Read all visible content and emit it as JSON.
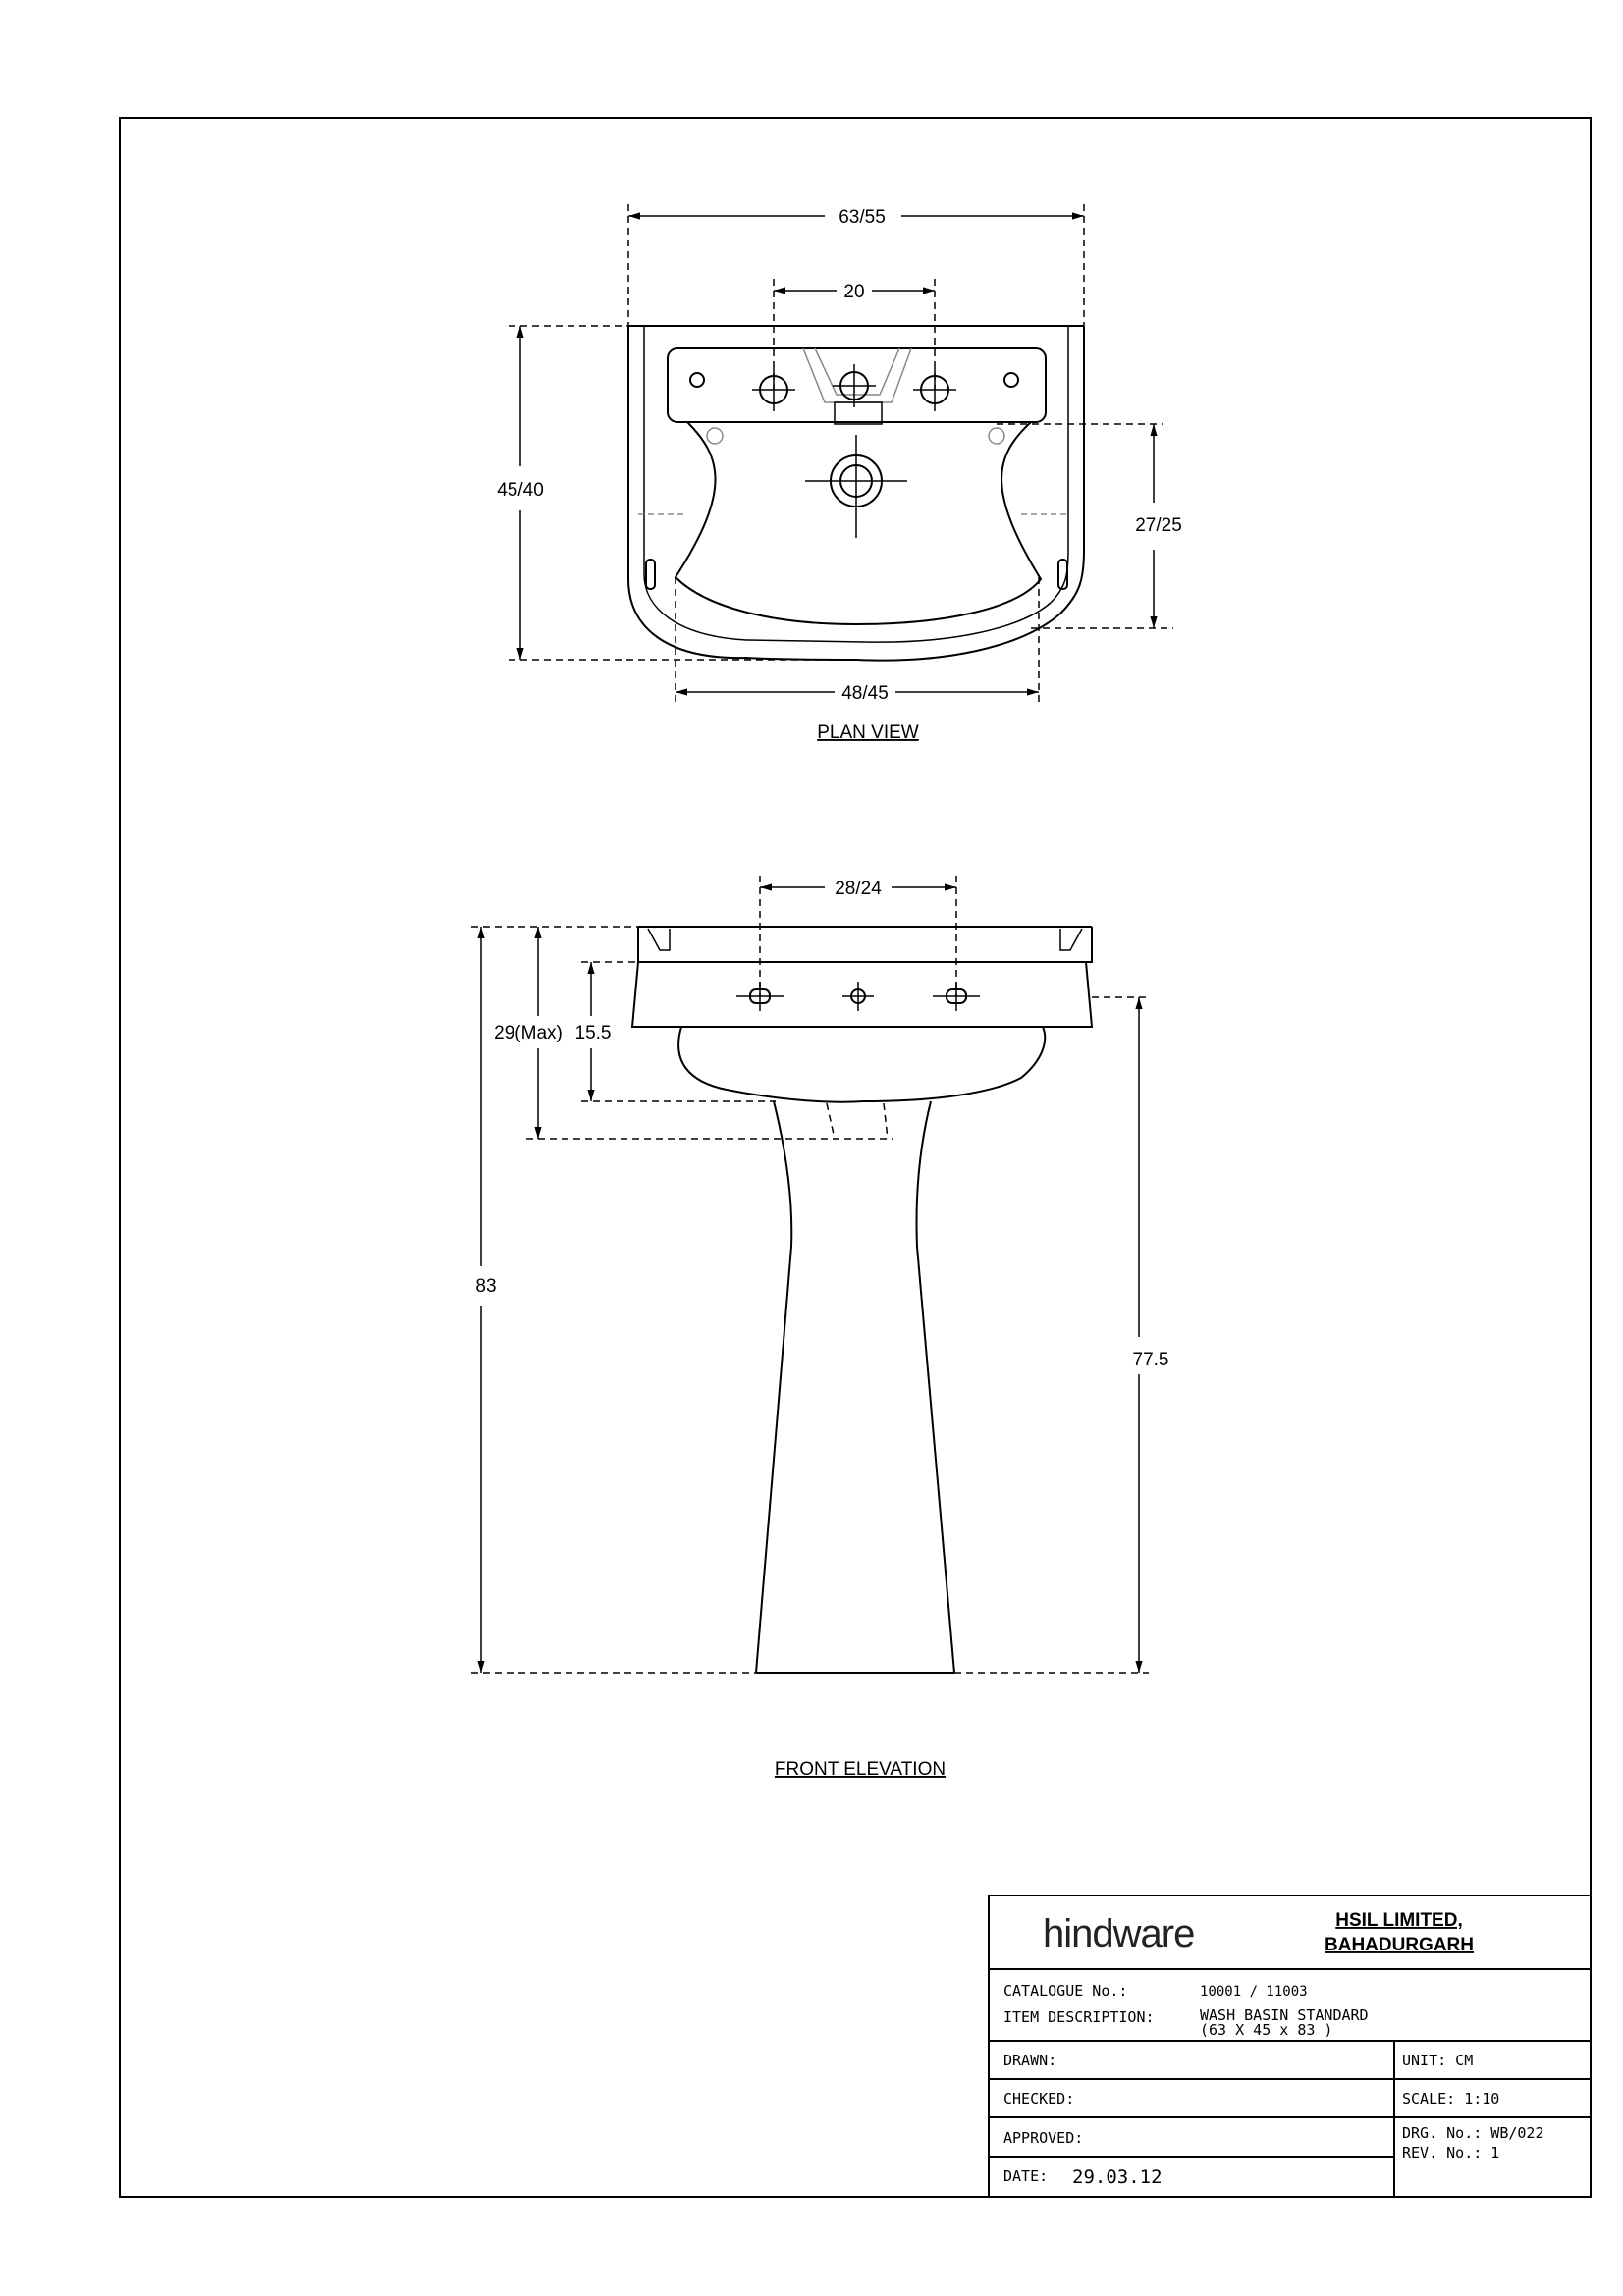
{
  "plan_view": {
    "title": "PLAN VIEW",
    "dim_overall_width": "63/55",
    "dim_tap_spacing": "20",
    "dim_depth": "45/40",
    "dim_bowl_depth": "27/25",
    "dim_bowl_width": "48/45"
  },
  "front_elevation": {
    "title": "FRONT ELEVATION",
    "dim_tap_spacing": "28/24",
    "dim_max_height": "29(Max)",
    "dim_basin_height": "15.5",
    "dim_overall_height": "83",
    "dim_rim_height": "77.5"
  },
  "title_block": {
    "logo": "hindware",
    "company_line1": "HSIL LIMITED,",
    "company_line2": "BAHADURGARH",
    "catalogue_label": "CATALOGUE No.:",
    "catalogue_value": "10001 / 11003",
    "item_label": "ITEM DESCRIPTION:",
    "item_value_line1": "WASH BASIN STANDARD",
    "item_value_line2": "(63 X 45 x 83 )",
    "drawn_label": "DRAWN:",
    "checked_label": "CHECKED:",
    "approved_label": "APPROVED:",
    "date_label": "DATE:",
    "date_value": "29.03.12",
    "unit": "UNIT: CM",
    "scale": "SCALE: 1:10",
    "drg_no": "DRG. No.: WB/022",
    "rev_no": "REV. No.: 1"
  },
  "colors": {
    "line": "#000000",
    "background": "#ffffff",
    "hidden_line": "#888888"
  }
}
